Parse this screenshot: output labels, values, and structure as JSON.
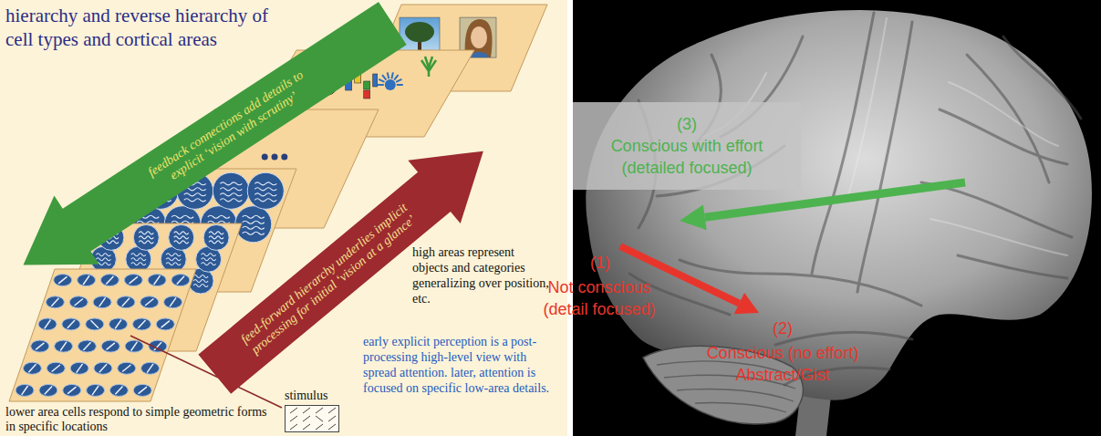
{
  "diagram": {
    "title": "hierarchy and reverse hierarchy of cell types and cortical areas",
    "nodes": [
      {
        "text": [
          "feedback connections add details to explicit ‘vision with scrutiny’"
        ]
      },
      {
        "text": [
          "feed-forward hierarchy underlies implicit processing for initial ‘vision at a glance’"
        ]
      },
      {
        "text": [
          "stimulus"
        ]
      },
      {
        "text": [
          "(3)",
          "Conscious with effort (detailed focused)"
        ]
      }
    ],
    "labels": [
      "high areas represent objects and categories generalizing over position, etc.",
      "lower area cells respond to simple geometric forms in specific locations",
      "early explicit perception is a post-processing high-level view with spread attention. later, attention is focused on specific low-area details.",
      "(1)",
      "Not conscious (detail focused)",
      "(2)",
      "Conscious (no effort) Abstract/Gist"
    ]
  }
}
